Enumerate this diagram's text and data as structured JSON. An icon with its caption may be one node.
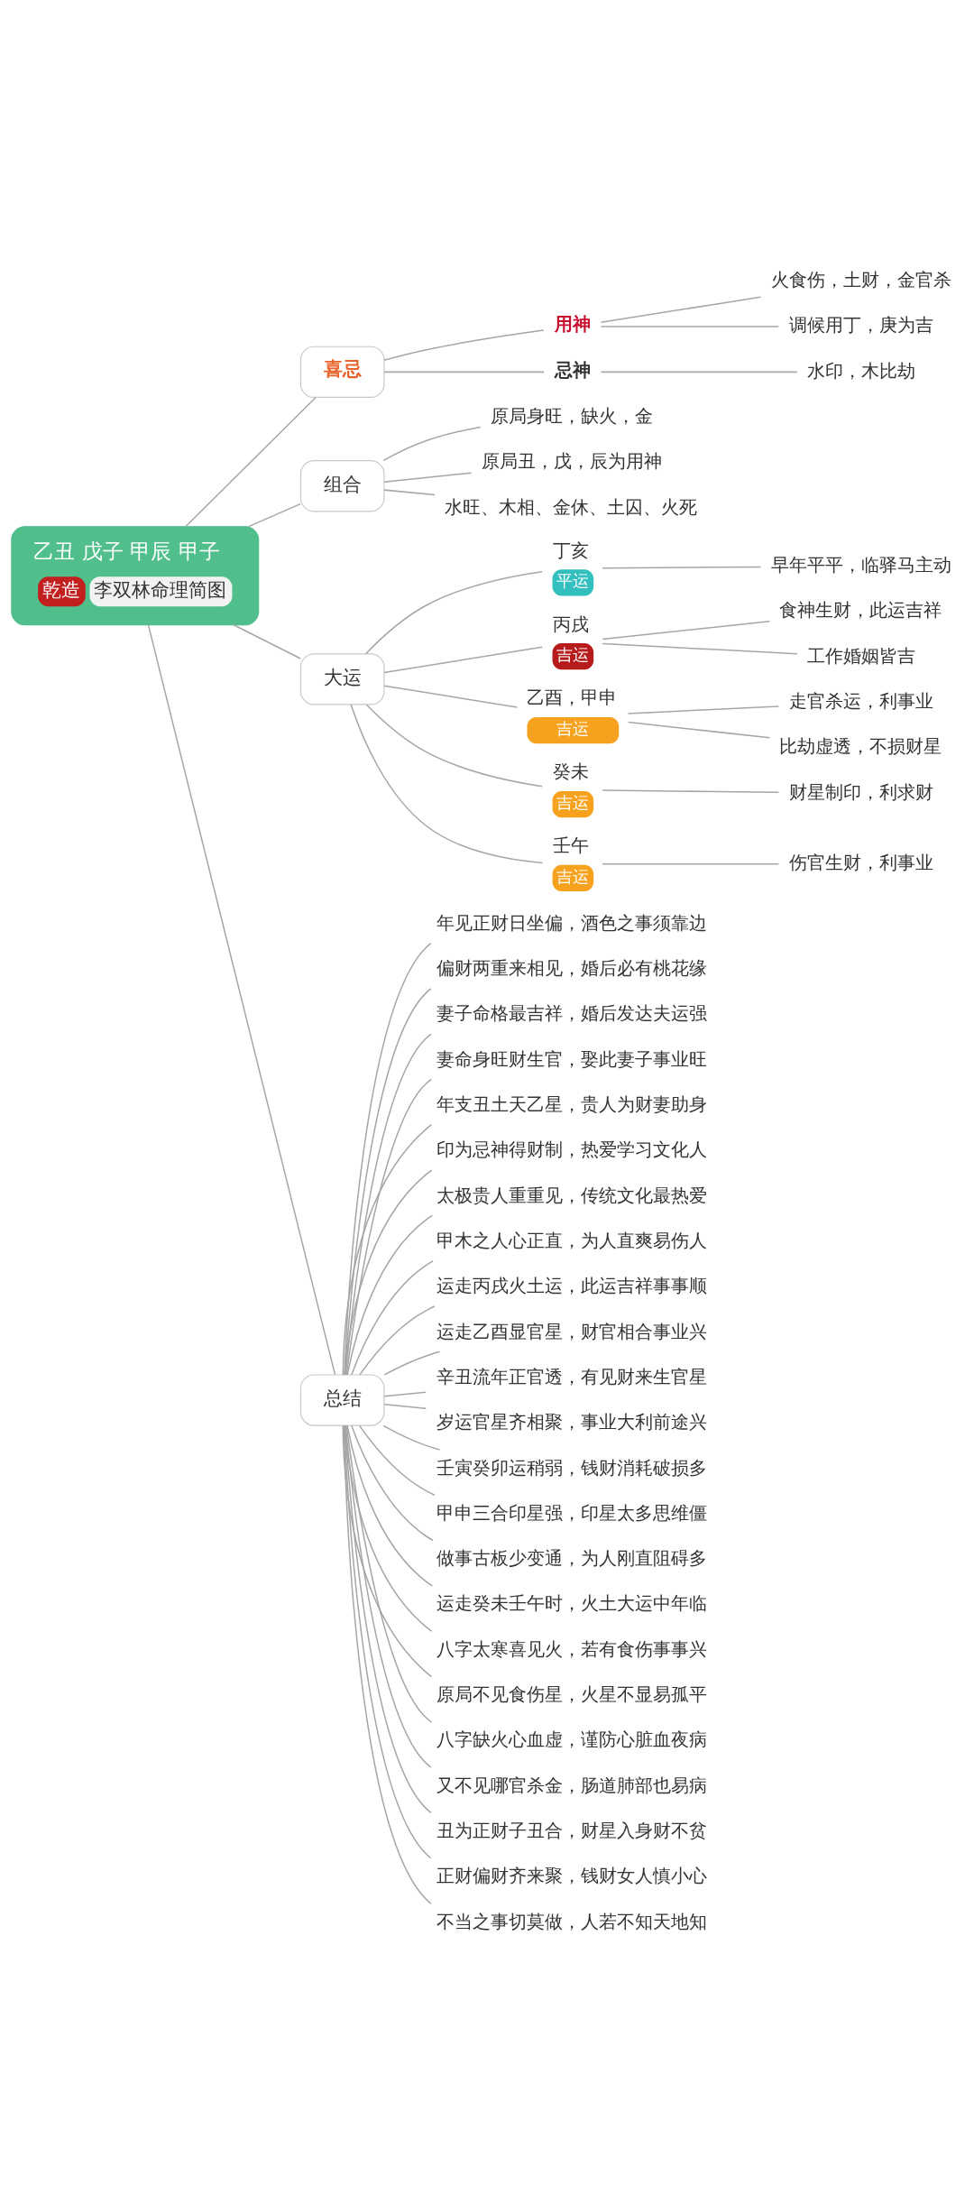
{
  "diagram": {
    "nodes": [
      {
        "text": [
          "乙丑 戊子 甲辰 甲子",
          "乾造",
          "李双林命理简图"
        ]
      },
      {
        "text": [
          "喜忌"
        ]
      },
      {
        "text": [
          "用神"
        ]
      },
      {
        "text": [
          "火食伤，土财，金官杀"
        ]
      },
      {
        "text": [
          "调候用丁，庚为吉"
        ]
      },
      {
        "text": [
          "忌神"
        ]
      },
      {
        "text": [
          "水印，木比劫"
        ]
      },
      {
        "text": [
          "组合"
        ]
      },
      {
        "text": [
          "原局身旺，缺火，金"
        ]
      },
      {
        "text": [
          "原局丑，戊，辰为用神"
        ]
      },
      {
        "text": [
          "水旺、木相、金休、土囚、火死"
        ]
      },
      {
        "text": [
          "大运"
        ]
      },
      {
        "text": [
          "丁亥",
          "平运"
        ]
      },
      {
        "text": [
          "早年平平，临驿马主动"
        ]
      },
      {
        "text": [
          "丙戌",
          "吉运"
        ]
      },
      {
        "text": [
          "食神生财，此运吉祥"
        ]
      },
      {
        "text": [
          "工作婚姻皆吉"
        ]
      },
      {
        "text": [
          "乙酉，甲申",
          "吉运"
        ]
      },
      {
        "text": [
          "走官杀运，利事业"
        ]
      },
      {
        "text": [
          "比劫虚透，不损财星"
        ]
      },
      {
        "text": [
          "癸未",
          "吉运"
        ]
      },
      {
        "text": [
          "财星制印，利求财"
        ]
      },
      {
        "text": [
          "壬午",
          "吉运"
        ]
      },
      {
        "text": [
          "伤官生财，利事业"
        ]
      },
      {
        "text": [
          "总结"
        ]
      },
      {
        "text": [
          "年见正财日坐偏，酒色之事须靠边"
        ]
      },
      {
        "text": [
          "偏财两重来相见，婚后必有桃花缘"
        ]
      },
      {
        "text": [
          "妻子命格最吉祥，婚后发达夫运强"
        ]
      },
      {
        "text": [
          "妻命身旺财生官，娶此妻子事业旺"
        ]
      },
      {
        "text": [
          "年支丑土天乙星，贵人为财妻助身"
        ]
      },
      {
        "text": [
          "印为忌神得财制，热爱学习文化人"
        ]
      },
      {
        "text": [
          "太极贵人重重见，传统文化最热爱"
        ]
      },
      {
        "text": [
          "甲木之人心正直，为人直爽易伤人"
        ]
      },
      {
        "text": [
          "运走丙戌火土运，此运吉祥事事顺"
        ]
      },
      {
        "text": [
          "运走乙酉显官星，财官相合事业兴"
        ]
      },
      {
        "text": [
          "辛丑流年正官透，有见财来生官星"
        ]
      },
      {
        "text": [
          "岁运官星齐相聚，事业大利前途兴"
        ]
      },
      {
        "text": [
          "壬寅癸卯运稍弱，钱财消耗破损多"
        ]
      },
      {
        "text": [
          "甲申三合印星强，印星太多思维僵"
        ]
      },
      {
        "text": [
          "做事古板少变通，为人刚直阻碍多"
        ]
      },
      {
        "text": [
          "运走癸未壬午时，火土大运中年临"
        ]
      },
      {
        "text": [
          "八字太寒喜见火，若有食伤事事兴"
        ]
      },
      {
        "text": [
          "原局不见食伤星，火星不显易孤平"
        ]
      },
      {
        "text": [
          "八字缺火心血虚，谨防心脏血夜病"
        ]
      },
      {
        "text": [
          "又不见哪官杀金，肠道肺部也易病"
        ]
      },
      {
        "text": [
          "丑为正财子丑合，财星入身财不贫"
        ]
      },
      {
        "text": [
          "正财偏财齐来聚，钱财女人慎小心"
        ]
      },
      {
        "text": [
          "不当之事切莫做，人若不知天地知"
        ]
      }
    ],
    "edges": [
      {
        "from": 0,
        "to": 1,
        "arrow": "none"
      },
      {
        "from": 1,
        "to": 2,
        "arrow": "none"
      },
      {
        "from": 2,
        "to": 3,
        "arrow": "none"
      },
      {
        "from": 2,
        "to": 4,
        "arrow": "none"
      },
      {
        "from": 1,
        "to": 5,
        "arrow": "none"
      },
      {
        "from": 5,
        "to": 6,
        "arrow": "none"
      },
      {
        "from": 0,
        "to": 7,
        "arrow": "none"
      },
      {
        "from": 7,
        "to": 8,
        "arrow": "none"
      },
      {
        "from": 7,
        "to": 9,
        "arrow": "none"
      },
      {
        "from": 7,
        "to": 10,
        "arrow": "none"
      },
      {
        "from": 0,
        "to": 11,
        "arrow": "none"
      },
      {
        "from": 11,
        "to": 12,
        "arrow": "none"
      },
      {
        "from": 12,
        "to": 13,
        "arrow": "none"
      },
      {
        "from": 11,
        "to": 14,
        "arrow": "none"
      },
      {
        "from": 14,
        "to": 15,
        "arrow": "none"
      },
      {
        "from": 14,
        "to": 16,
        "arrow": "none"
      },
      {
        "from": 11,
        "to": 17,
        "arrow": "none"
      },
      {
        "from": 17,
        "to": 18,
        "arrow": "none"
      },
      {
        "from": 17,
        "to": 19,
        "arrow": "none"
      },
      {
        "from": 11,
        "to": 20,
        "arrow": "none"
      },
      {
        "from": 20,
        "to": 21,
        "arrow": "none"
      },
      {
        "from": 11,
        "to": 22,
        "arrow": "none"
      },
      {
        "from": 22,
        "to": 23,
        "arrow": "none"
      },
      {
        "from": 0,
        "to": 24,
        "arrow": "none"
      },
      {
        "from": 24,
        "to": 25,
        "arrow": "none"
      },
      {
        "from": 24,
        "to": 26,
        "arrow": "none"
      },
      {
        "from": 24,
        "to": 27,
        "arrow": "none"
      },
      {
        "from": 24,
        "to": 28,
        "arrow": "none"
      },
      {
        "from": 24,
        "to": 29,
        "arrow": "none"
      },
      {
        "from": 24,
        "to": 30,
        "arrow": "none"
      },
      {
        "from": 24,
        "to": 31,
        "arrow": "none"
      },
      {
        "from": 24,
        "to": 32,
        "arrow": "none"
      },
      {
        "from": 24,
        "to": 33,
        "arrow": "none"
      },
      {
        "from": 24,
        "to": 34,
        "arrow": "none"
      },
      {
        "from": 24,
        "to": 35,
        "arrow": "none"
      },
      {
        "from": 24,
        "to": 36,
        "arrow": "none"
      },
      {
        "from": 24,
        "to": 37,
        "arrow": "none"
      },
      {
        "from": 24,
        "to": 38,
        "arrow": "none"
      },
      {
        "from": 24,
        "to": 39,
        "arrow": "none"
      },
      {
        "from": 24,
        "to": 40,
        "arrow": "none"
      },
      {
        "from": 24,
        "to": 41,
        "arrow": "none"
      },
      {
        "from": 24,
        "to": 42,
        "arrow": "none"
      },
      {
        "from": 24,
        "to": 43,
        "arrow": "none"
      },
      {
        "from": 24,
        "to": 44,
        "arrow": "none"
      },
      {
        "from": 24,
        "to": 45,
        "arrow": "none"
      },
      {
        "from": 24,
        "to": 46,
        "arrow": "none"
      },
      {
        "from": 24,
        "to": 47,
        "arrow": "none"
      }
    ]
  }
}
